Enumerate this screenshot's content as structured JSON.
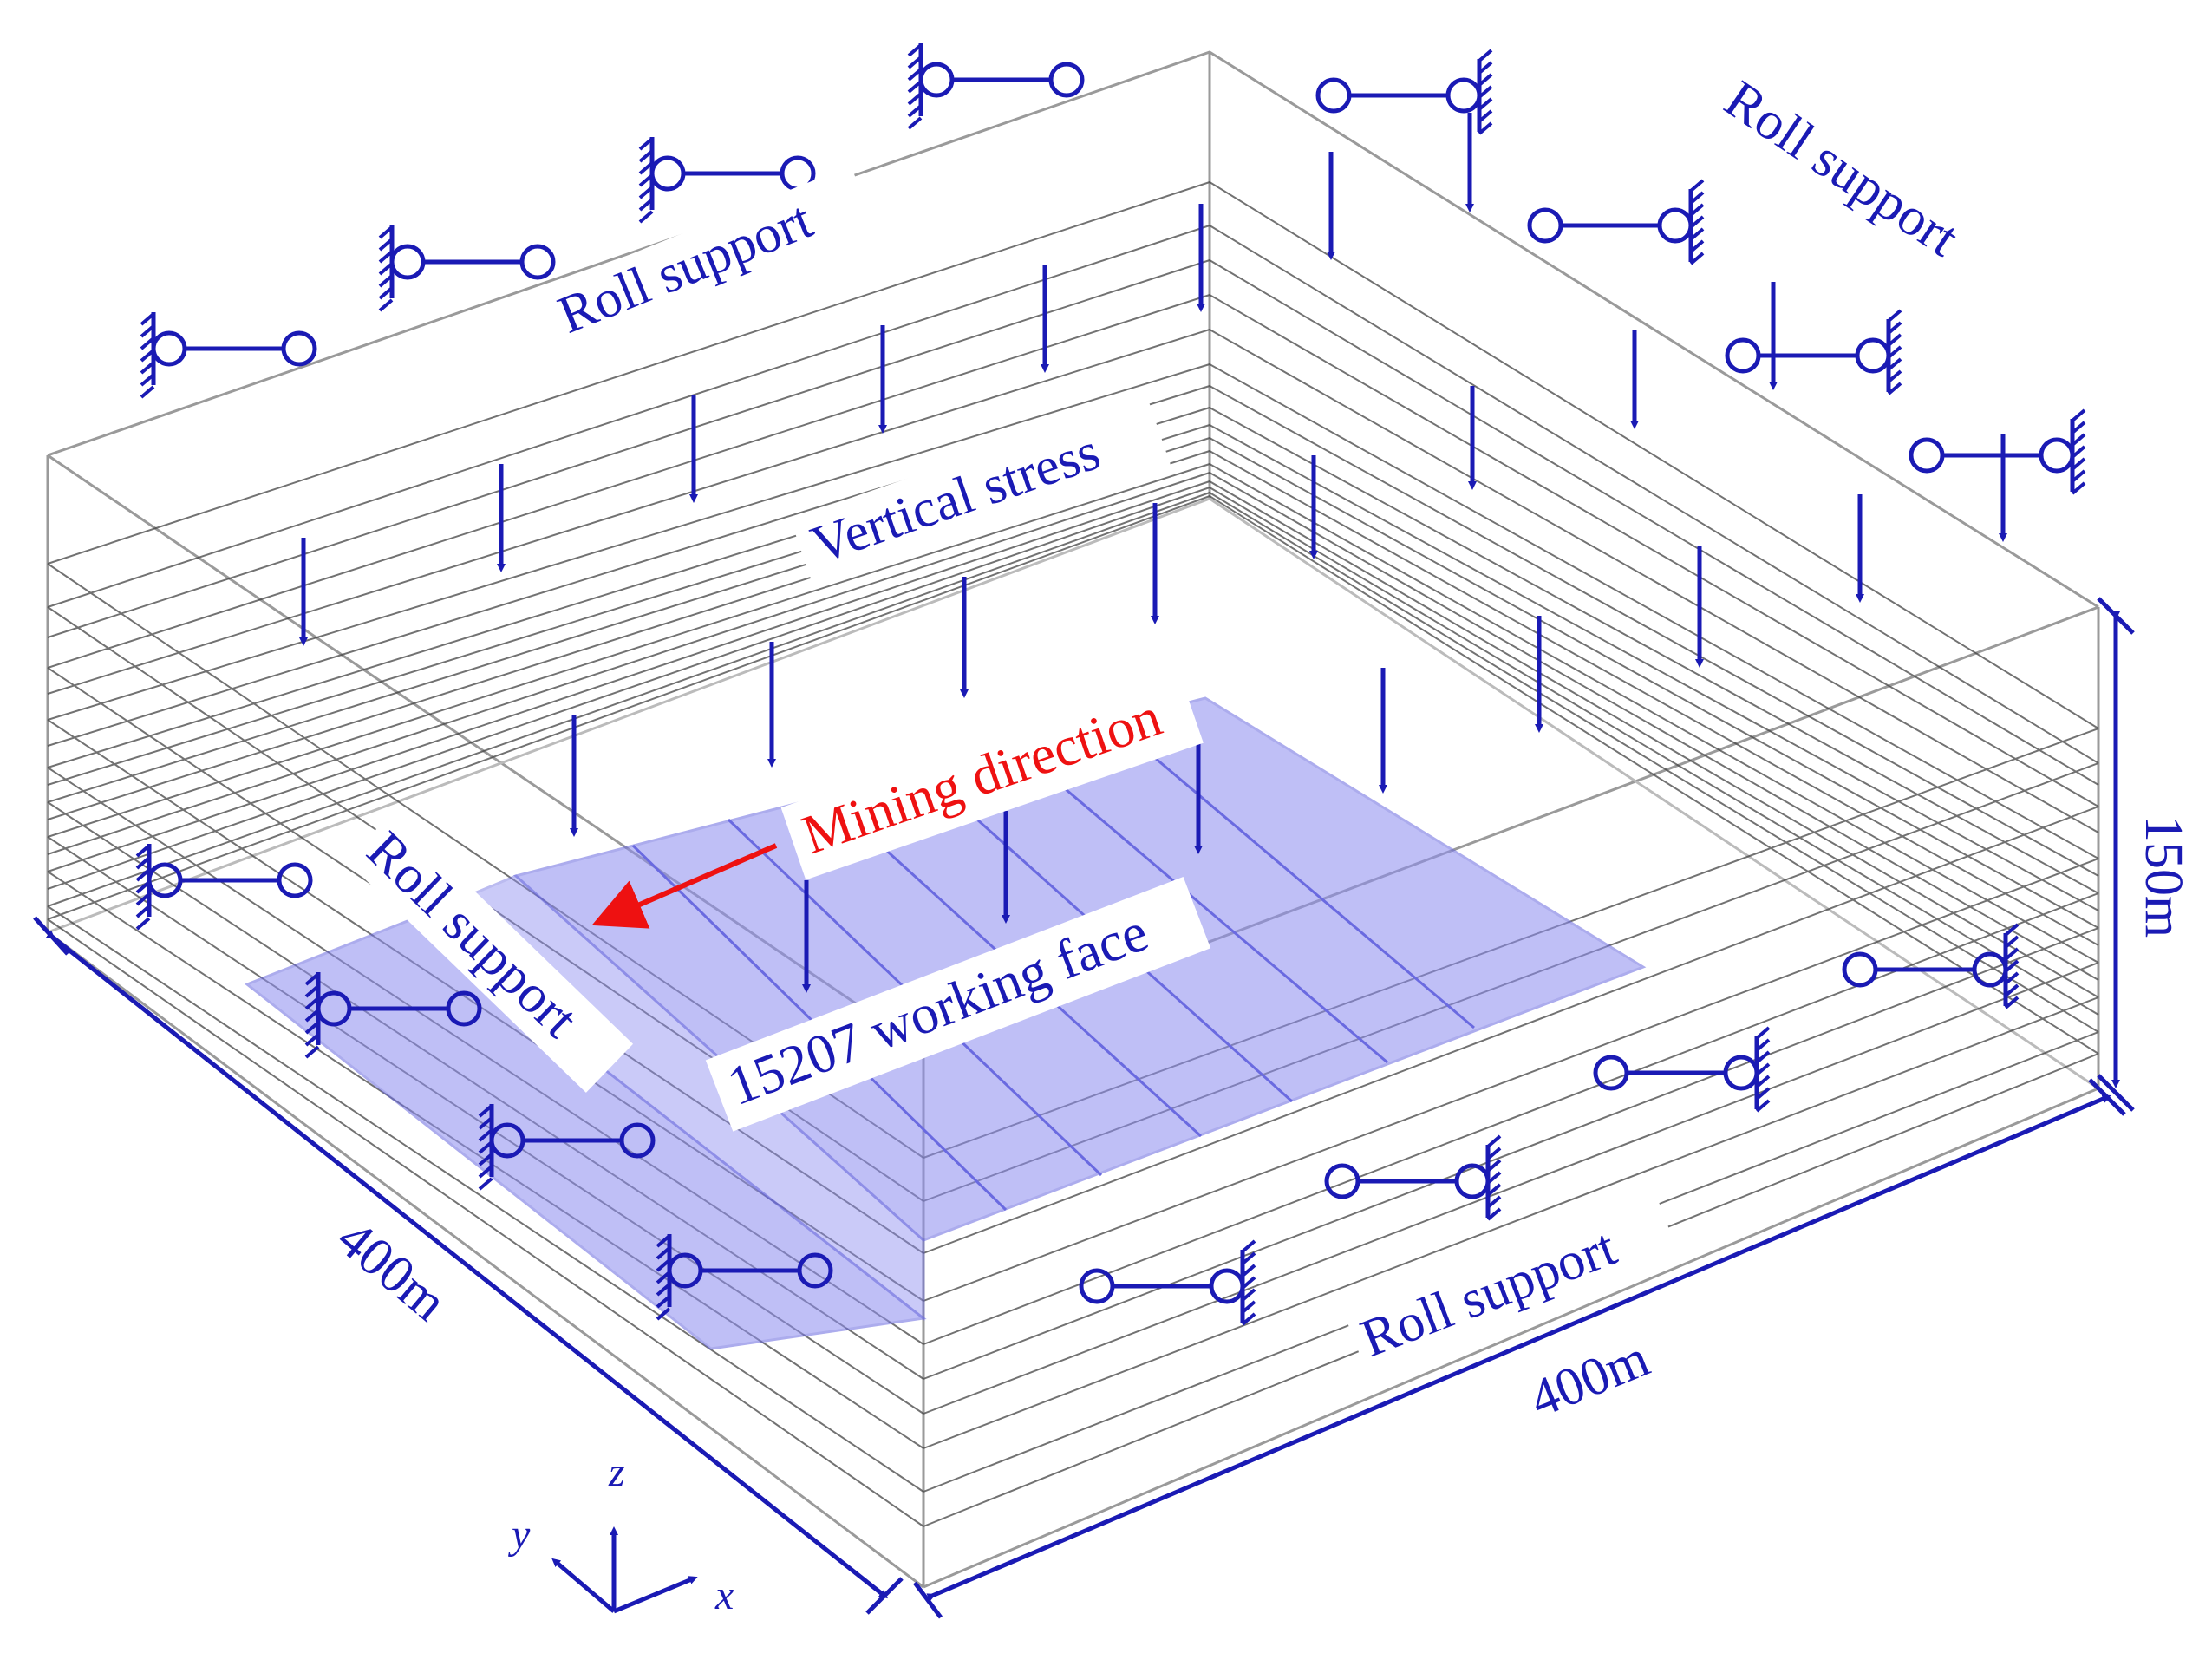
{
  "labels": {
    "roll_support_top": "Roll support",
    "roll_support_right": "Roll support",
    "roll_support_left": "Roll support",
    "roll_support_bottom": "Roll support",
    "vertical_stress": "Vertical stress",
    "mining_direction": "Mining direction",
    "working_face": "15207 working face"
  },
  "dimensions": {
    "width_y": "400m",
    "width_x": "400m",
    "height_z": "150m"
  },
  "axes": {
    "x": "x",
    "y": "y",
    "z": "z"
  },
  "colors": {
    "primary": "#1a1ab4",
    "highlight": "#ee1111",
    "working_face_fill": "#8c8cf0",
    "strata_line": "#333333"
  }
}
